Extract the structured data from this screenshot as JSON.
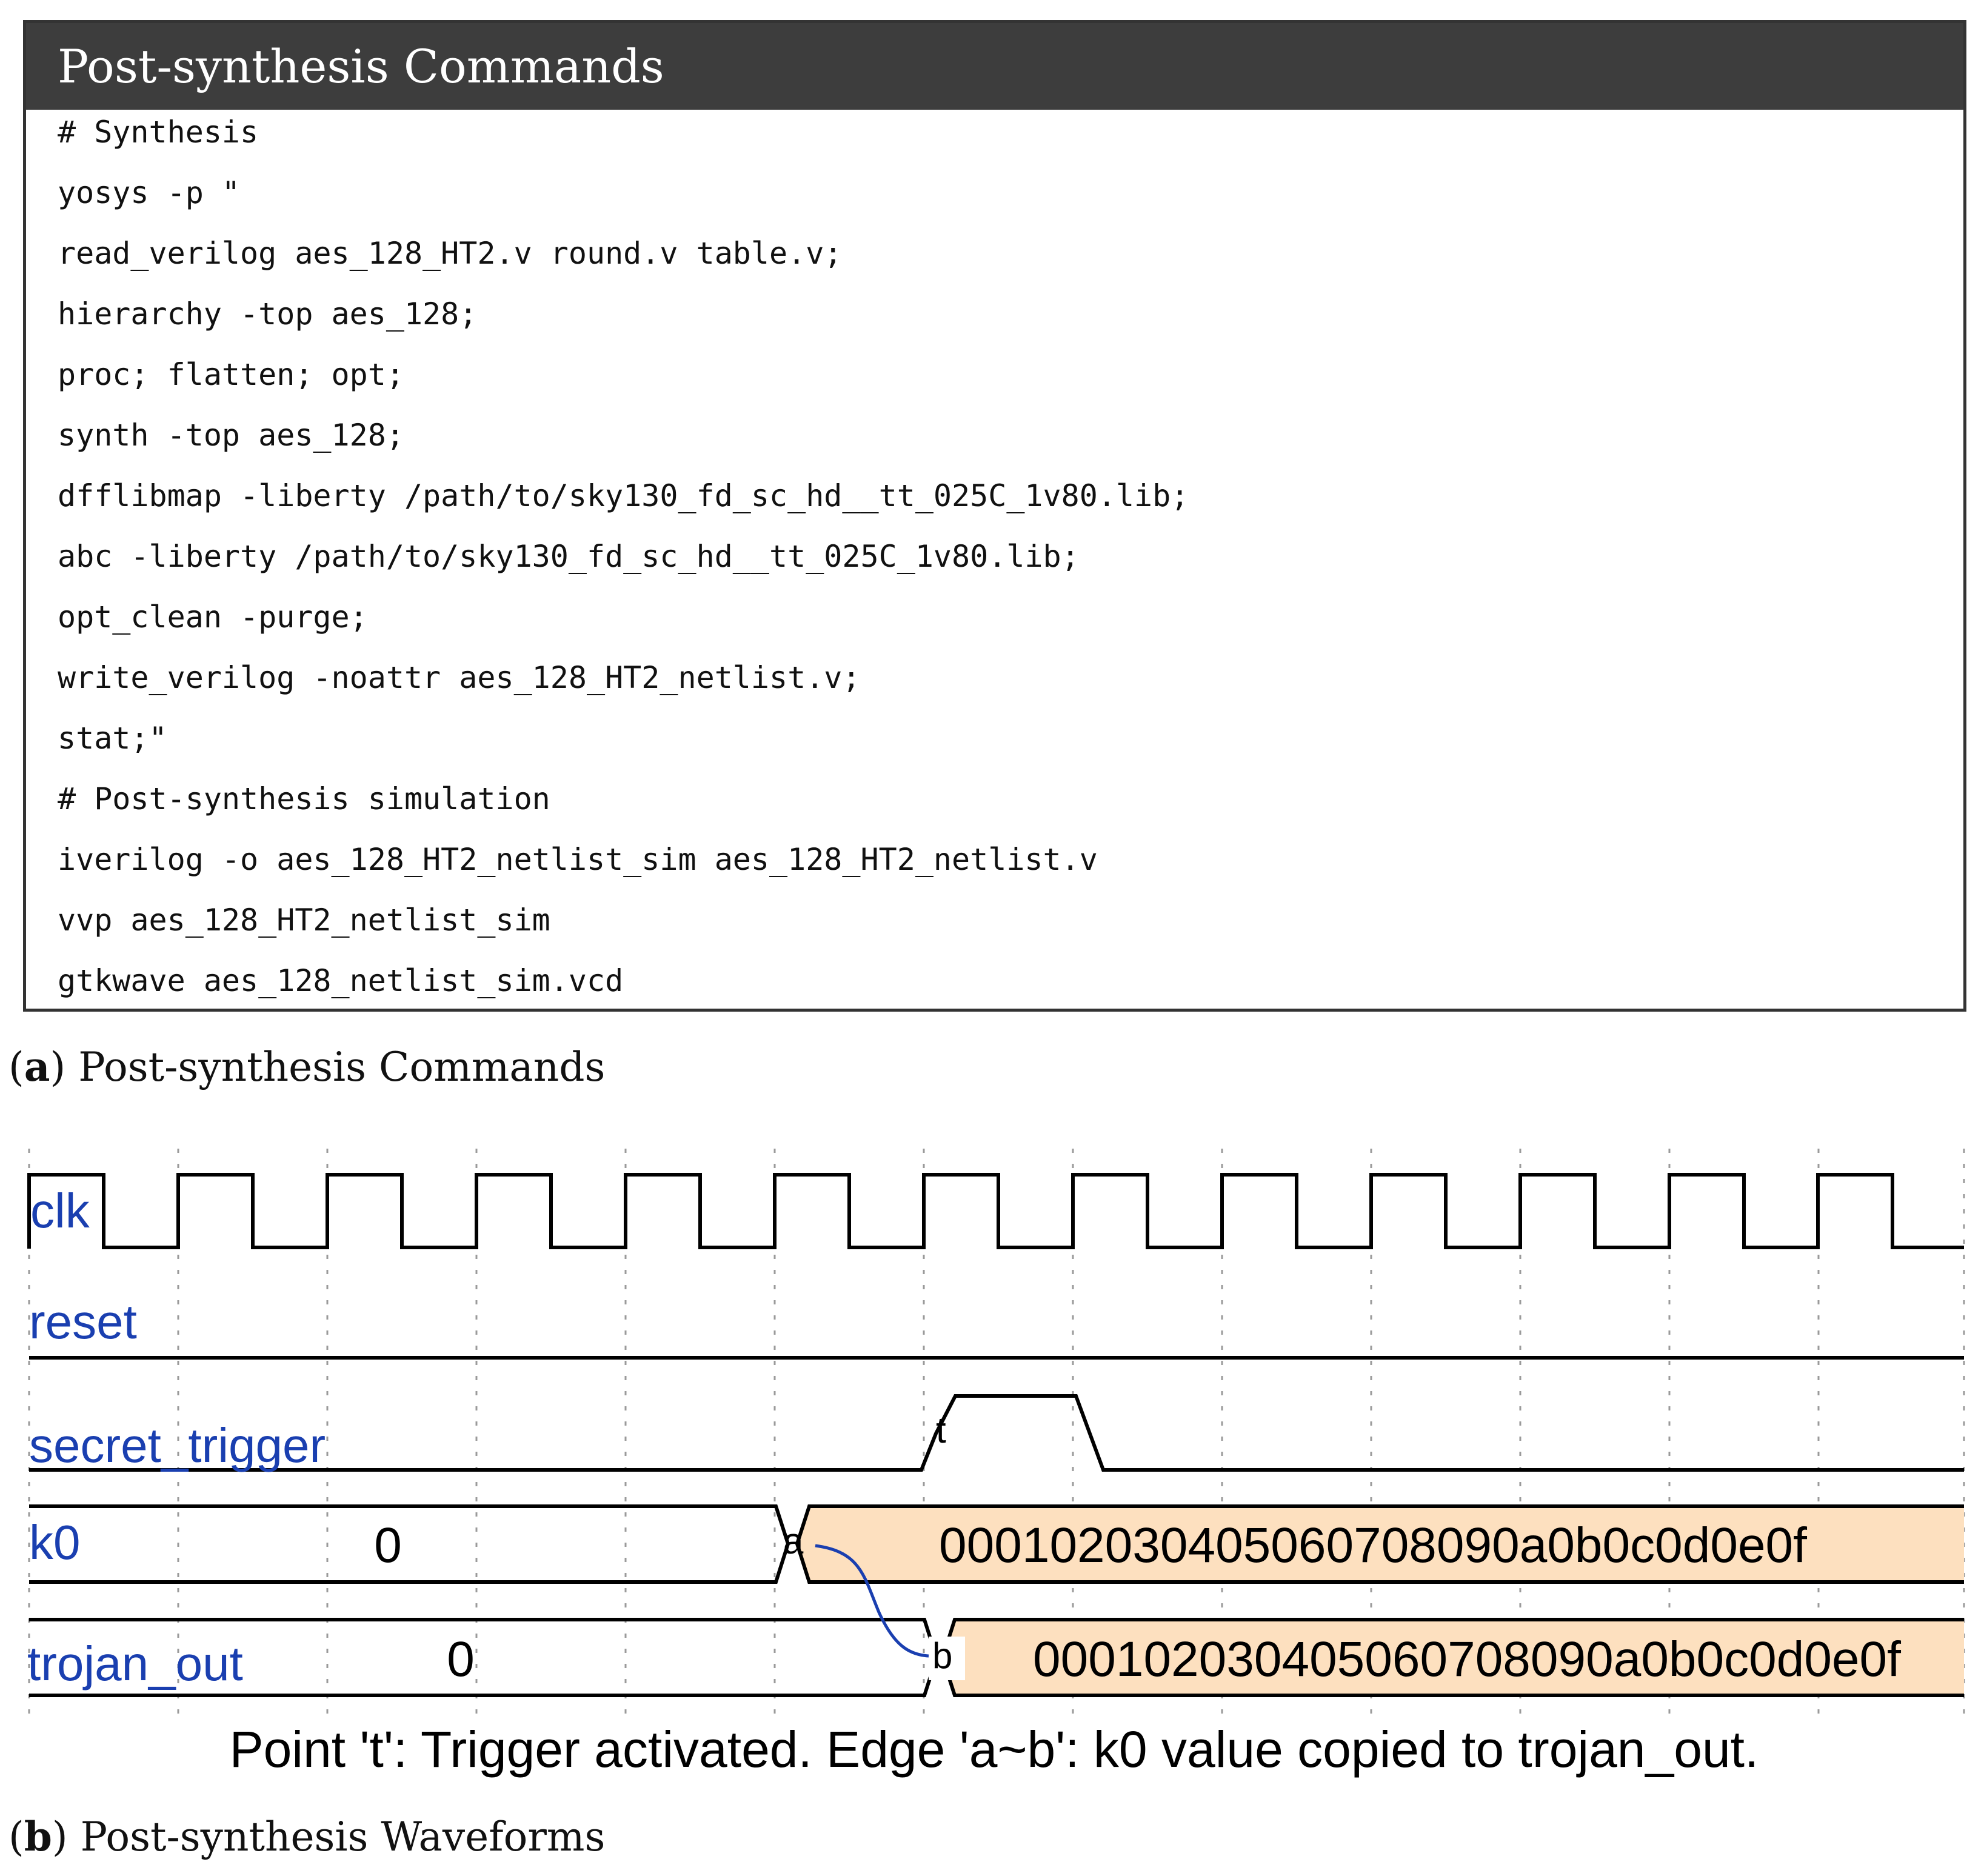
{
  "commands": {
    "header": "Post-synthesis Commands",
    "lines": [
      "# Synthesis",
      "yosys -p \"",
      "read_verilog aes_128_HT2.v round.v table.v;",
      "hierarchy -top aes_128;",
      "proc; flatten; opt;",
      "synth -top aes_128;",
      "dfflibmap -liberty /path/to/sky130_fd_sc_hd__tt_025C_1v80.lib;",
      "abc -liberty /path/to/sky130_fd_sc_hd__tt_025C_1v80.lib;",
      "opt_clean -purge;",
      "write_verilog -noattr aes_128_HT2_netlist.v;",
      "stat;\"",
      "# Post-synthesis simulation",
      "iverilog -o aes_128_HT2_netlist_sim aes_128_HT2_netlist.v",
      "vvp aes_128_HT2_netlist_sim",
      "gtkwave aes_128_netlist_sim.vcd"
    ]
  },
  "caption_a": {
    "label": "a",
    "text": "Post-synthesis Commands"
  },
  "waveform": {
    "signals": {
      "clk": "clk",
      "reset": "reset",
      "secret_trigger": "secret_trigger",
      "k0": "k0",
      "trojan_out": "trojan_out"
    },
    "k0_before": "0",
    "k0_after": "000102030405060708090a0b0c0d0e0f",
    "trojan_before": "0",
    "trojan_after": "000102030405060708090a0b0c0d0e0f",
    "marker_t": "t",
    "marker_a": "a",
    "marker_b": "b",
    "note": "Point 't': Trigger activated. Edge 'a~b': k0 value copied to trojan_out.",
    "colors": {
      "signal_name": "#1a3fb0",
      "bus_fill": "#fde0bf",
      "link": "#1a3fb0"
    }
  },
  "caption_b": {
    "label": "b",
    "text": "Post-synthesis Waveforms"
  }
}
